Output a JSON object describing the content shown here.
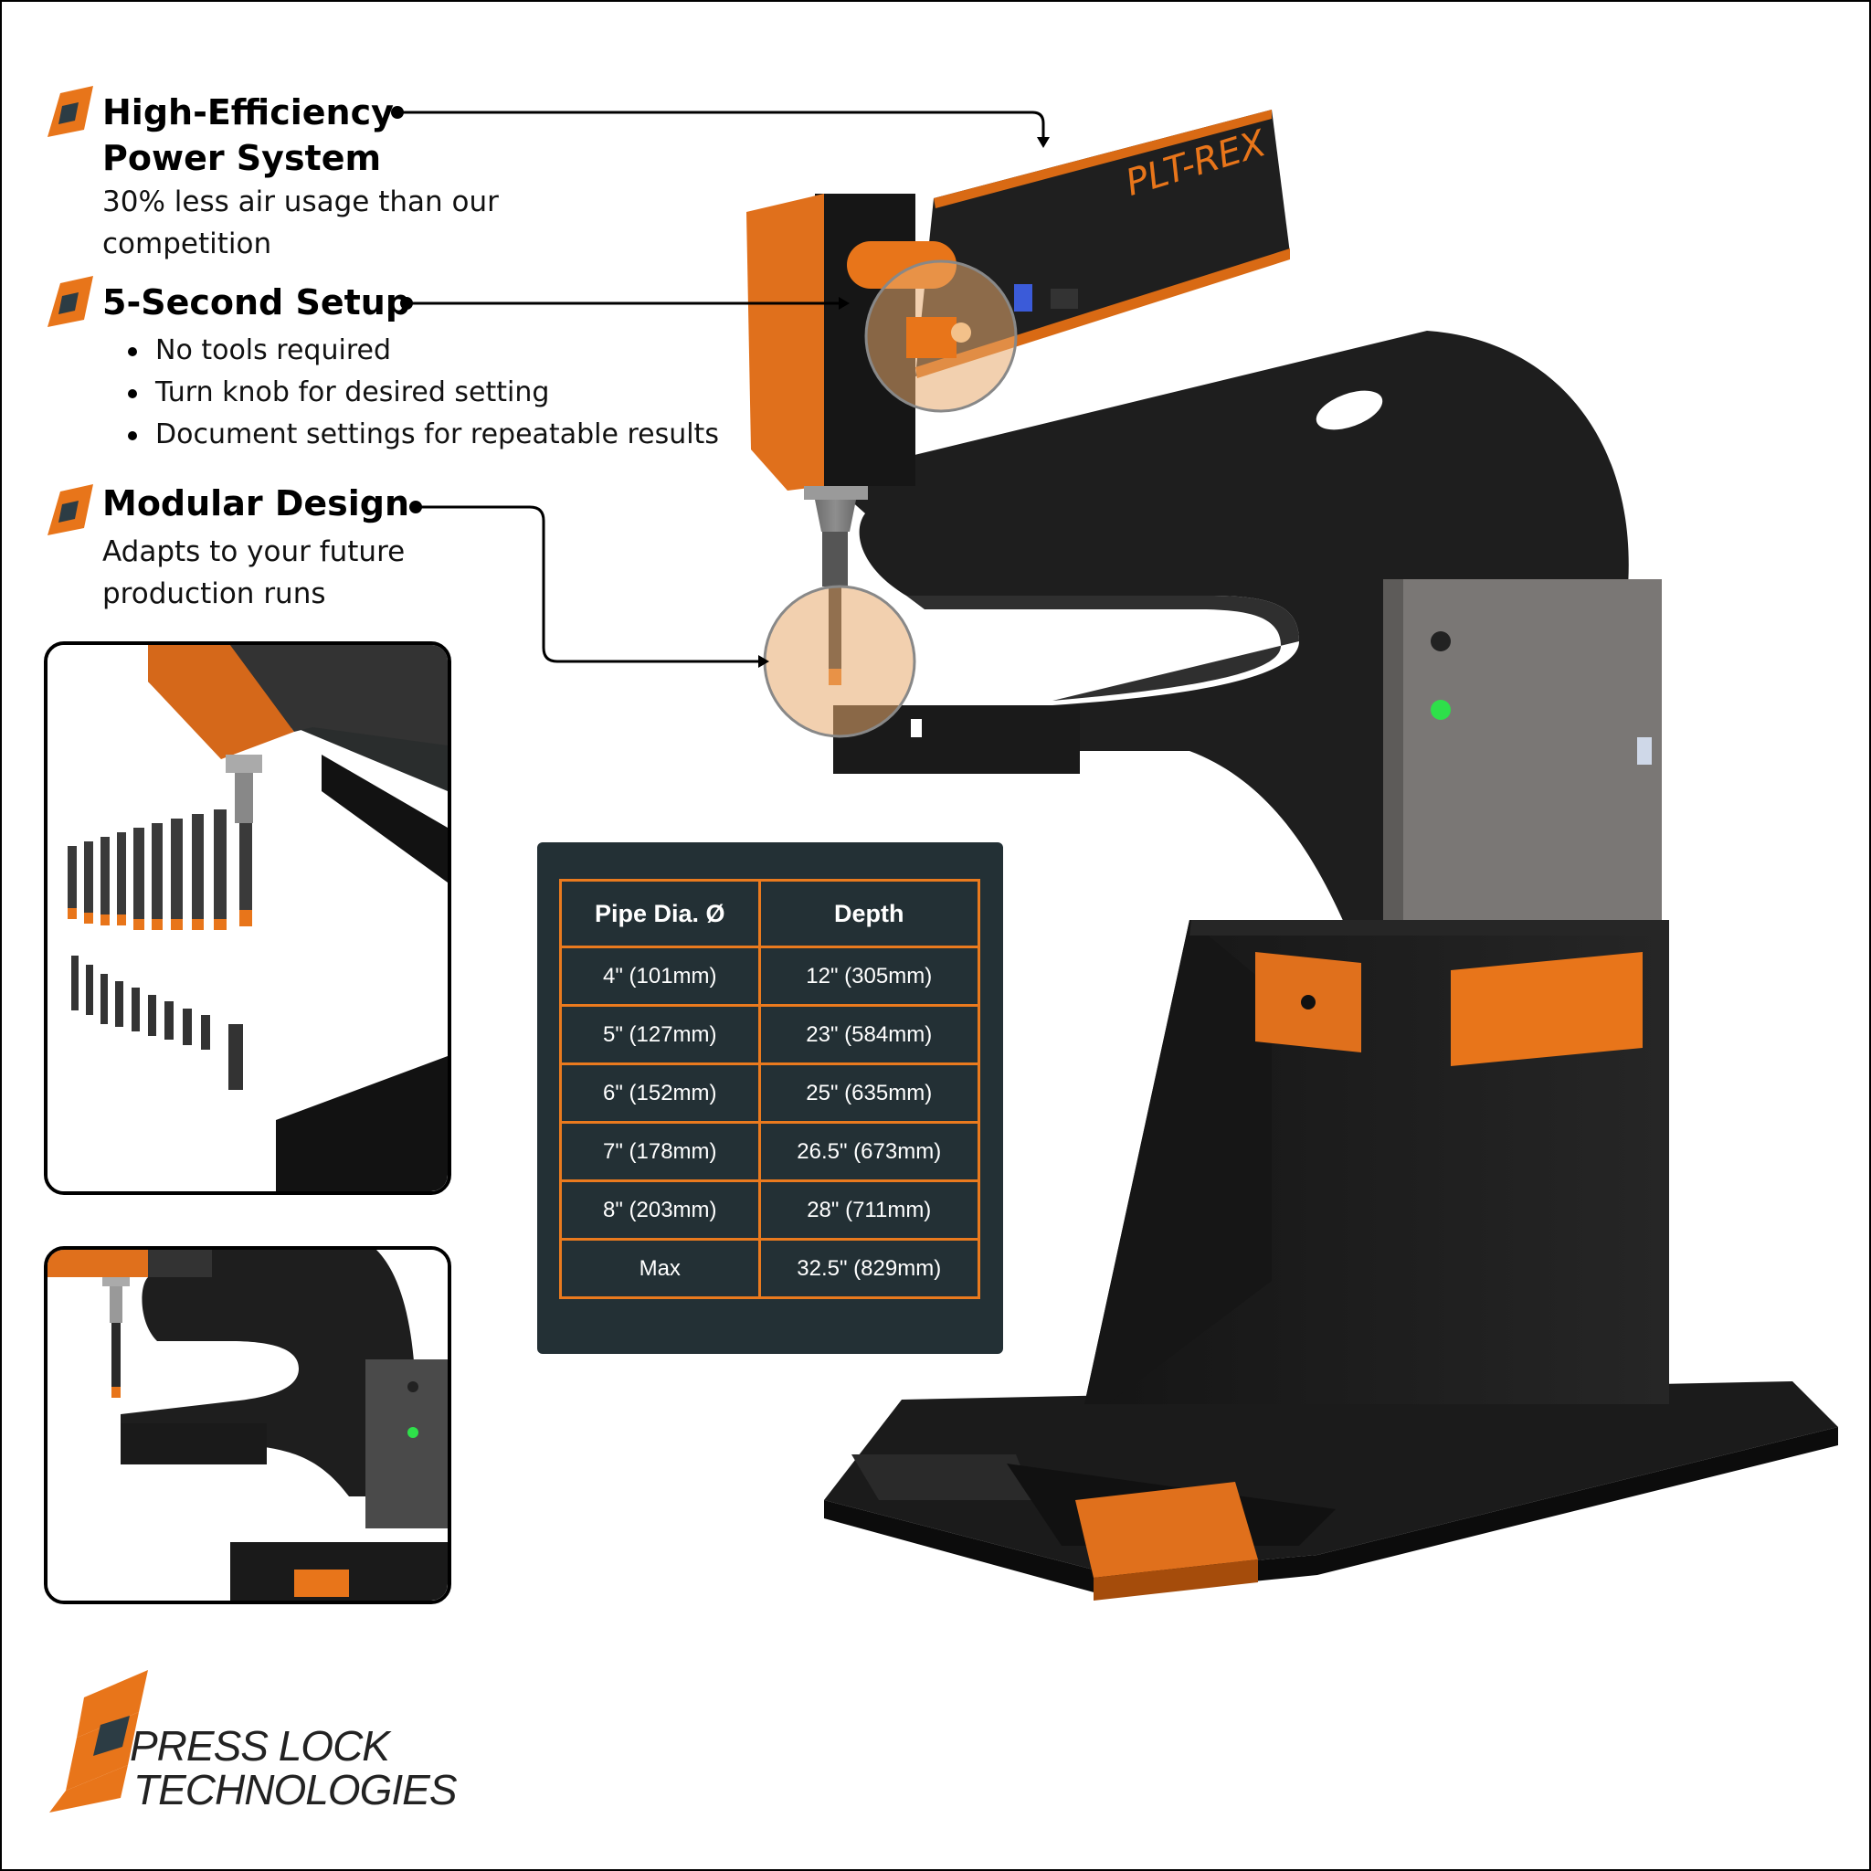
{
  "features": [
    {
      "title_line1": "High-Efficiency",
      "title_line2": "Power System",
      "desc_line1": "30% less air usage than our",
      "desc_line2": "competition"
    },
    {
      "title": "5-Second Setup",
      "bullets": [
        "No tools required",
        "Turn knob for desired setting",
        "Document settings for repeatable results"
      ]
    },
    {
      "title": "Modular Design",
      "desc_line1": "Adapts to your future",
      "desc_line2": "production runs"
    }
  ],
  "machine_label": "PLT-REX",
  "spec_table": {
    "headers": [
      "Pipe Dia. Ø",
      "Depth"
    ],
    "rows": [
      [
        "4\" (101mm)",
        "12\" (305mm)"
      ],
      [
        "5\" (127mm)",
        "23\" (584mm)"
      ],
      [
        "6\" (152mm)",
        "25\" (635mm)"
      ],
      [
        "7\" (178mm)",
        "26.5\" (673mm)"
      ],
      [
        "8\" (203mm)",
        "28\" (711mm)"
      ],
      [
        "Max",
        "32.5\" (829mm)"
      ]
    ]
  },
  "brand": {
    "line1": "PRESS LOCK",
    "line2": "TECHNOLOGIES"
  },
  "colors": {
    "accent_orange": "#e8751a",
    "machine_black": "#1e1e1e",
    "panel_bg": "#233035",
    "table_border": "#ea7a1e",
    "indicator_green": "#2ee04a"
  }
}
